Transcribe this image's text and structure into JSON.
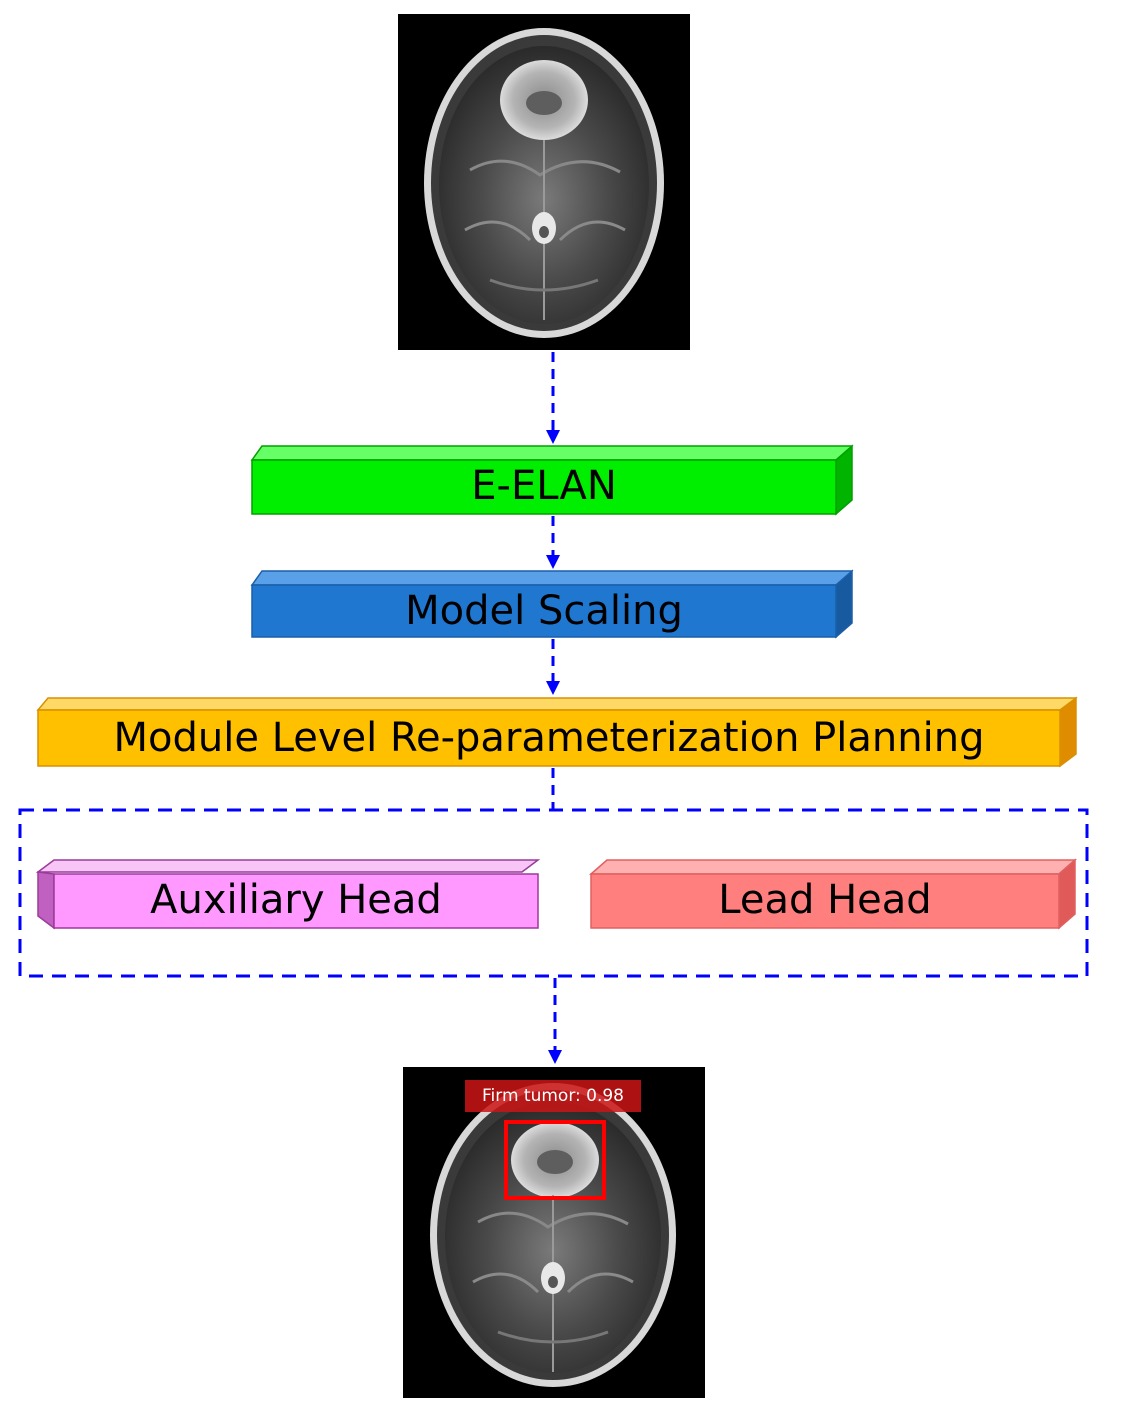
{
  "boxes": {
    "e_elan": "E-ELAN",
    "model_scaling": "Model Scaling",
    "module_level": "Module Level Re-parameterization Planning",
    "auxiliary_head": "Auxiliary Head",
    "lead_head": "Lead Head"
  },
  "output": {
    "detection_label": "Firm tumor: 0.98"
  },
  "colors": {
    "e_elan": "#00ee00",
    "model_scaling": "#1f77d0",
    "module_level": "#ffc000",
    "auxiliary_head": "#ff99ff",
    "lead_head": "#ff7f7f",
    "arrows": "#0000ff",
    "detection_box": "#ff0000"
  },
  "icons": {
    "input_image": "brain-mri-scan",
    "output_image": "brain-mri-scan-with-detection"
  }
}
